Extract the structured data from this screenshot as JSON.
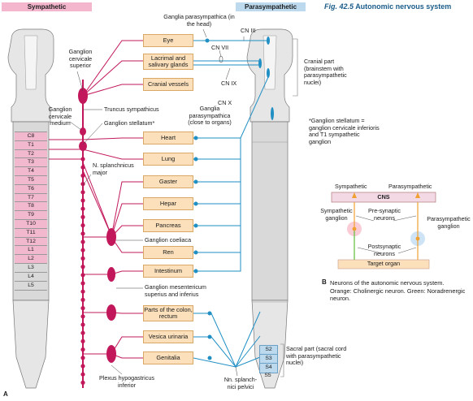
{
  "figure": {
    "number": "Fig. 42.5",
    "title": "Autonomic nervous system",
    "panel_a": "A",
    "panel_b": "B"
  },
  "headers": {
    "sympathetic": "Sympathetic",
    "parasympathetic": "Parasympathetic"
  },
  "organs": [
    "Eye",
    "Lacrimal and salivary glands",
    "Cranial vessels",
    "Heart",
    "Lung",
    "Gaster",
    "Hepar",
    "Pancreas",
    "Ren",
    "Intestinum",
    "Parts of the colon, rectum",
    "Vesica urinaria",
    "Genitalia"
  ],
  "vertebrae": [
    "C8",
    "T1",
    "T2",
    "T3",
    "T4",
    "T5",
    "T6",
    "T7",
    "T8",
    "T9",
    "T10",
    "T11",
    "T12",
    "L1",
    "L2",
    "L3",
    "L4",
    "L5"
  ],
  "sacral": [
    "S2",
    "S3",
    "S4",
    "S5"
  ],
  "labels": {
    "ganglion_cervicale_superior": "Ganglion cervicale superior",
    "truncus_sympathicus": "Truncus sympathicus",
    "ganglion_cervicale_medium": "Ganglion cervicale medium",
    "ganglion_stellatum": "Ganglion stellatum*",
    "n_splanchnicus_major": "N. splanchnicus major",
    "ganglion_coeliaca": "Ganglion coeliaca",
    "ganglion_mesentericum": "Ganglion mesentericum superius and inferius",
    "plexus_hypogastricus": "Plexus hypogastricus inferior",
    "nn_splanchnici_pelvici": "Nn. splanch-nici pelvici",
    "ganglia_head": "Ganglia parasympathica (in the head)",
    "ganglia_organs": "Ganglia parasympathica (close to organs)",
    "cn3": "CN III",
    "cn7": "CN VII",
    "cn9": "CN IX",
    "cn10": "CN X",
    "cranial_part": "Cranial part (brainstem with parasympathetic nuclei)",
    "sacral_part": "Sacral part (sacral cord with parasympathetic nuclei)",
    "stellatum_note": "*Ganglion stellatum = ganglion cervicale inferioris and T1 sympathetic ganglion"
  },
  "panel_b": {
    "sympathetic": "Sympathetic",
    "parasympathetic": "Parasympathetic",
    "cns": "CNS",
    "sympathetic_ganglion": "Sympathetic ganglion",
    "parasympathetic_ganglion": "Parasympathetic ganglion",
    "presynaptic": "Pre-synaptic neurons",
    "postsynaptic": "Postsynaptic neurons",
    "target": "Target organ",
    "caption": "Neurons of the autonomic nervous system. Orange: Cholinergic neuron. Green: Noradrenergic neuron."
  },
  "colors": {
    "sympathetic": "#c2185b",
    "sympathetic_header": "#f4b6cd",
    "parasympathetic": "#1f8fc4",
    "parasympathetic_header": "#bcd9ee",
    "organ_box": "#fbe0bb",
    "cholinergic": "#f0a030",
    "noradrenergic": "#5cbf3a",
    "spinal_pink": "#f2b8cd",
    "spinal_gray": "#d9d9d9",
    "figure_title": "#1a5c8a"
  }
}
